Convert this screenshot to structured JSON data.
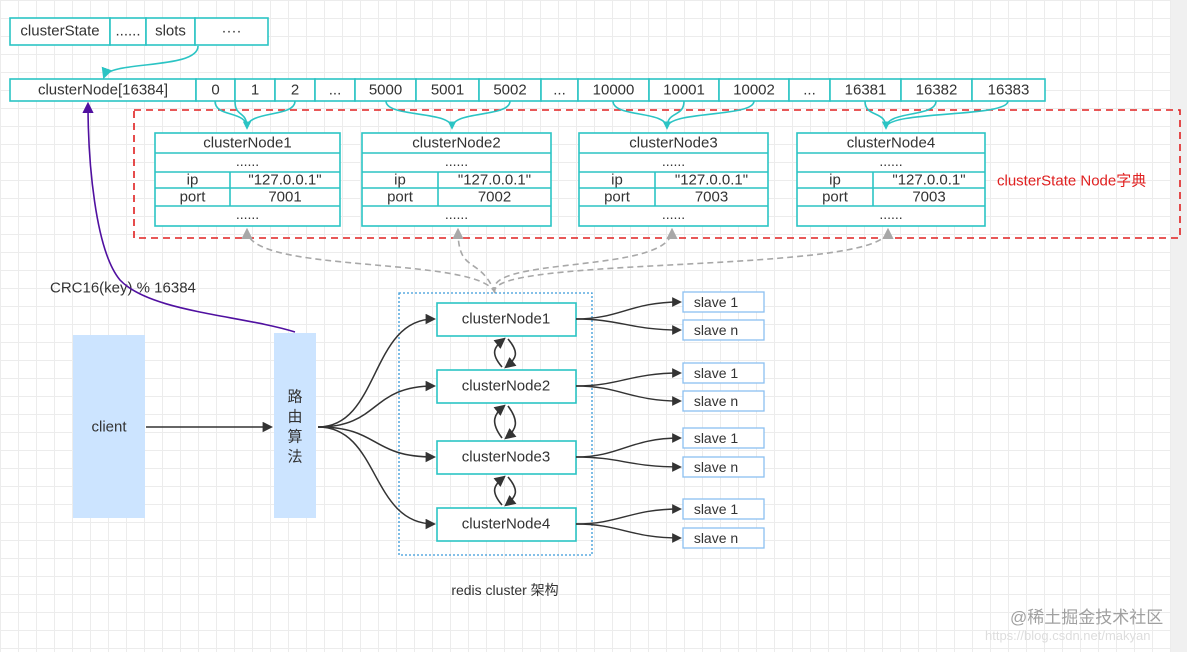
{
  "cluster_state_row": [
    "clusterState",
    "......",
    "slots",
    "····"
  ],
  "slot_row": [
    "clusterNode[16384]",
    "0",
    "1",
    "2",
    "...",
    "5000",
    "5001",
    "5002",
    "...",
    "10000",
    "10001",
    "10002",
    "...",
    "16381",
    "16382",
    "16383"
  ],
  "node_dict_label": "clusterState Node字典",
  "node_tables": [
    {
      "title": "clusterNode1",
      "dots_top": "......",
      "ip_label": "ip",
      "ip": "\"127.0.0.1\"",
      "port_label": "port",
      "port": "7001",
      "dots_bottom": "......"
    },
    {
      "title": "clusterNode2",
      "dots_top": "......",
      "ip_label": "ip",
      "ip": "\"127.0.0.1\"",
      "port_label": "port",
      "port": "7002",
      "dots_bottom": "......"
    },
    {
      "title": "clusterNode3",
      "dots_top": "......",
      "ip_label": "ip",
      "ip": "\"127.0.0.1\"",
      "port_label": "port",
      "port": "7003",
      "dots_bottom": "......"
    },
    {
      "title": "clusterNode4",
      "dots_top": "......",
      "ip_label": "ip",
      "ip": "\"127.0.0.1\"",
      "port_label": "port",
      "port": "7003",
      "dots_bottom": "......"
    }
  ],
  "hash_label": "CRC16(key) % 16384",
  "client_label": "client",
  "router_label": [
    "路",
    "由",
    "算",
    "法"
  ],
  "cluster_nodes": [
    {
      "name": "clusterNode1",
      "slaves": [
        "slave 1",
        "slave n"
      ]
    },
    {
      "name": "clusterNode2",
      "slaves": [
        "slave 1",
        "slave n"
      ]
    },
    {
      "name": "clusterNode3",
      "slaves": [
        "slave 1",
        "slave n"
      ]
    },
    {
      "name": "clusterNode4",
      "slaves": [
        "slave 1",
        "slave n"
      ]
    }
  ],
  "caption": "redis cluster 架构",
  "watermark": "@稀土掘金技术社区",
  "watermark_url": "https://blog.csdn.net/makyan",
  "colors": {
    "teal": "#2bc4c4",
    "red": "#e02020",
    "purple": "#5010a0",
    "client_fill": "#cce4ff",
    "grey_arrow": "#a8a8a8"
  }
}
